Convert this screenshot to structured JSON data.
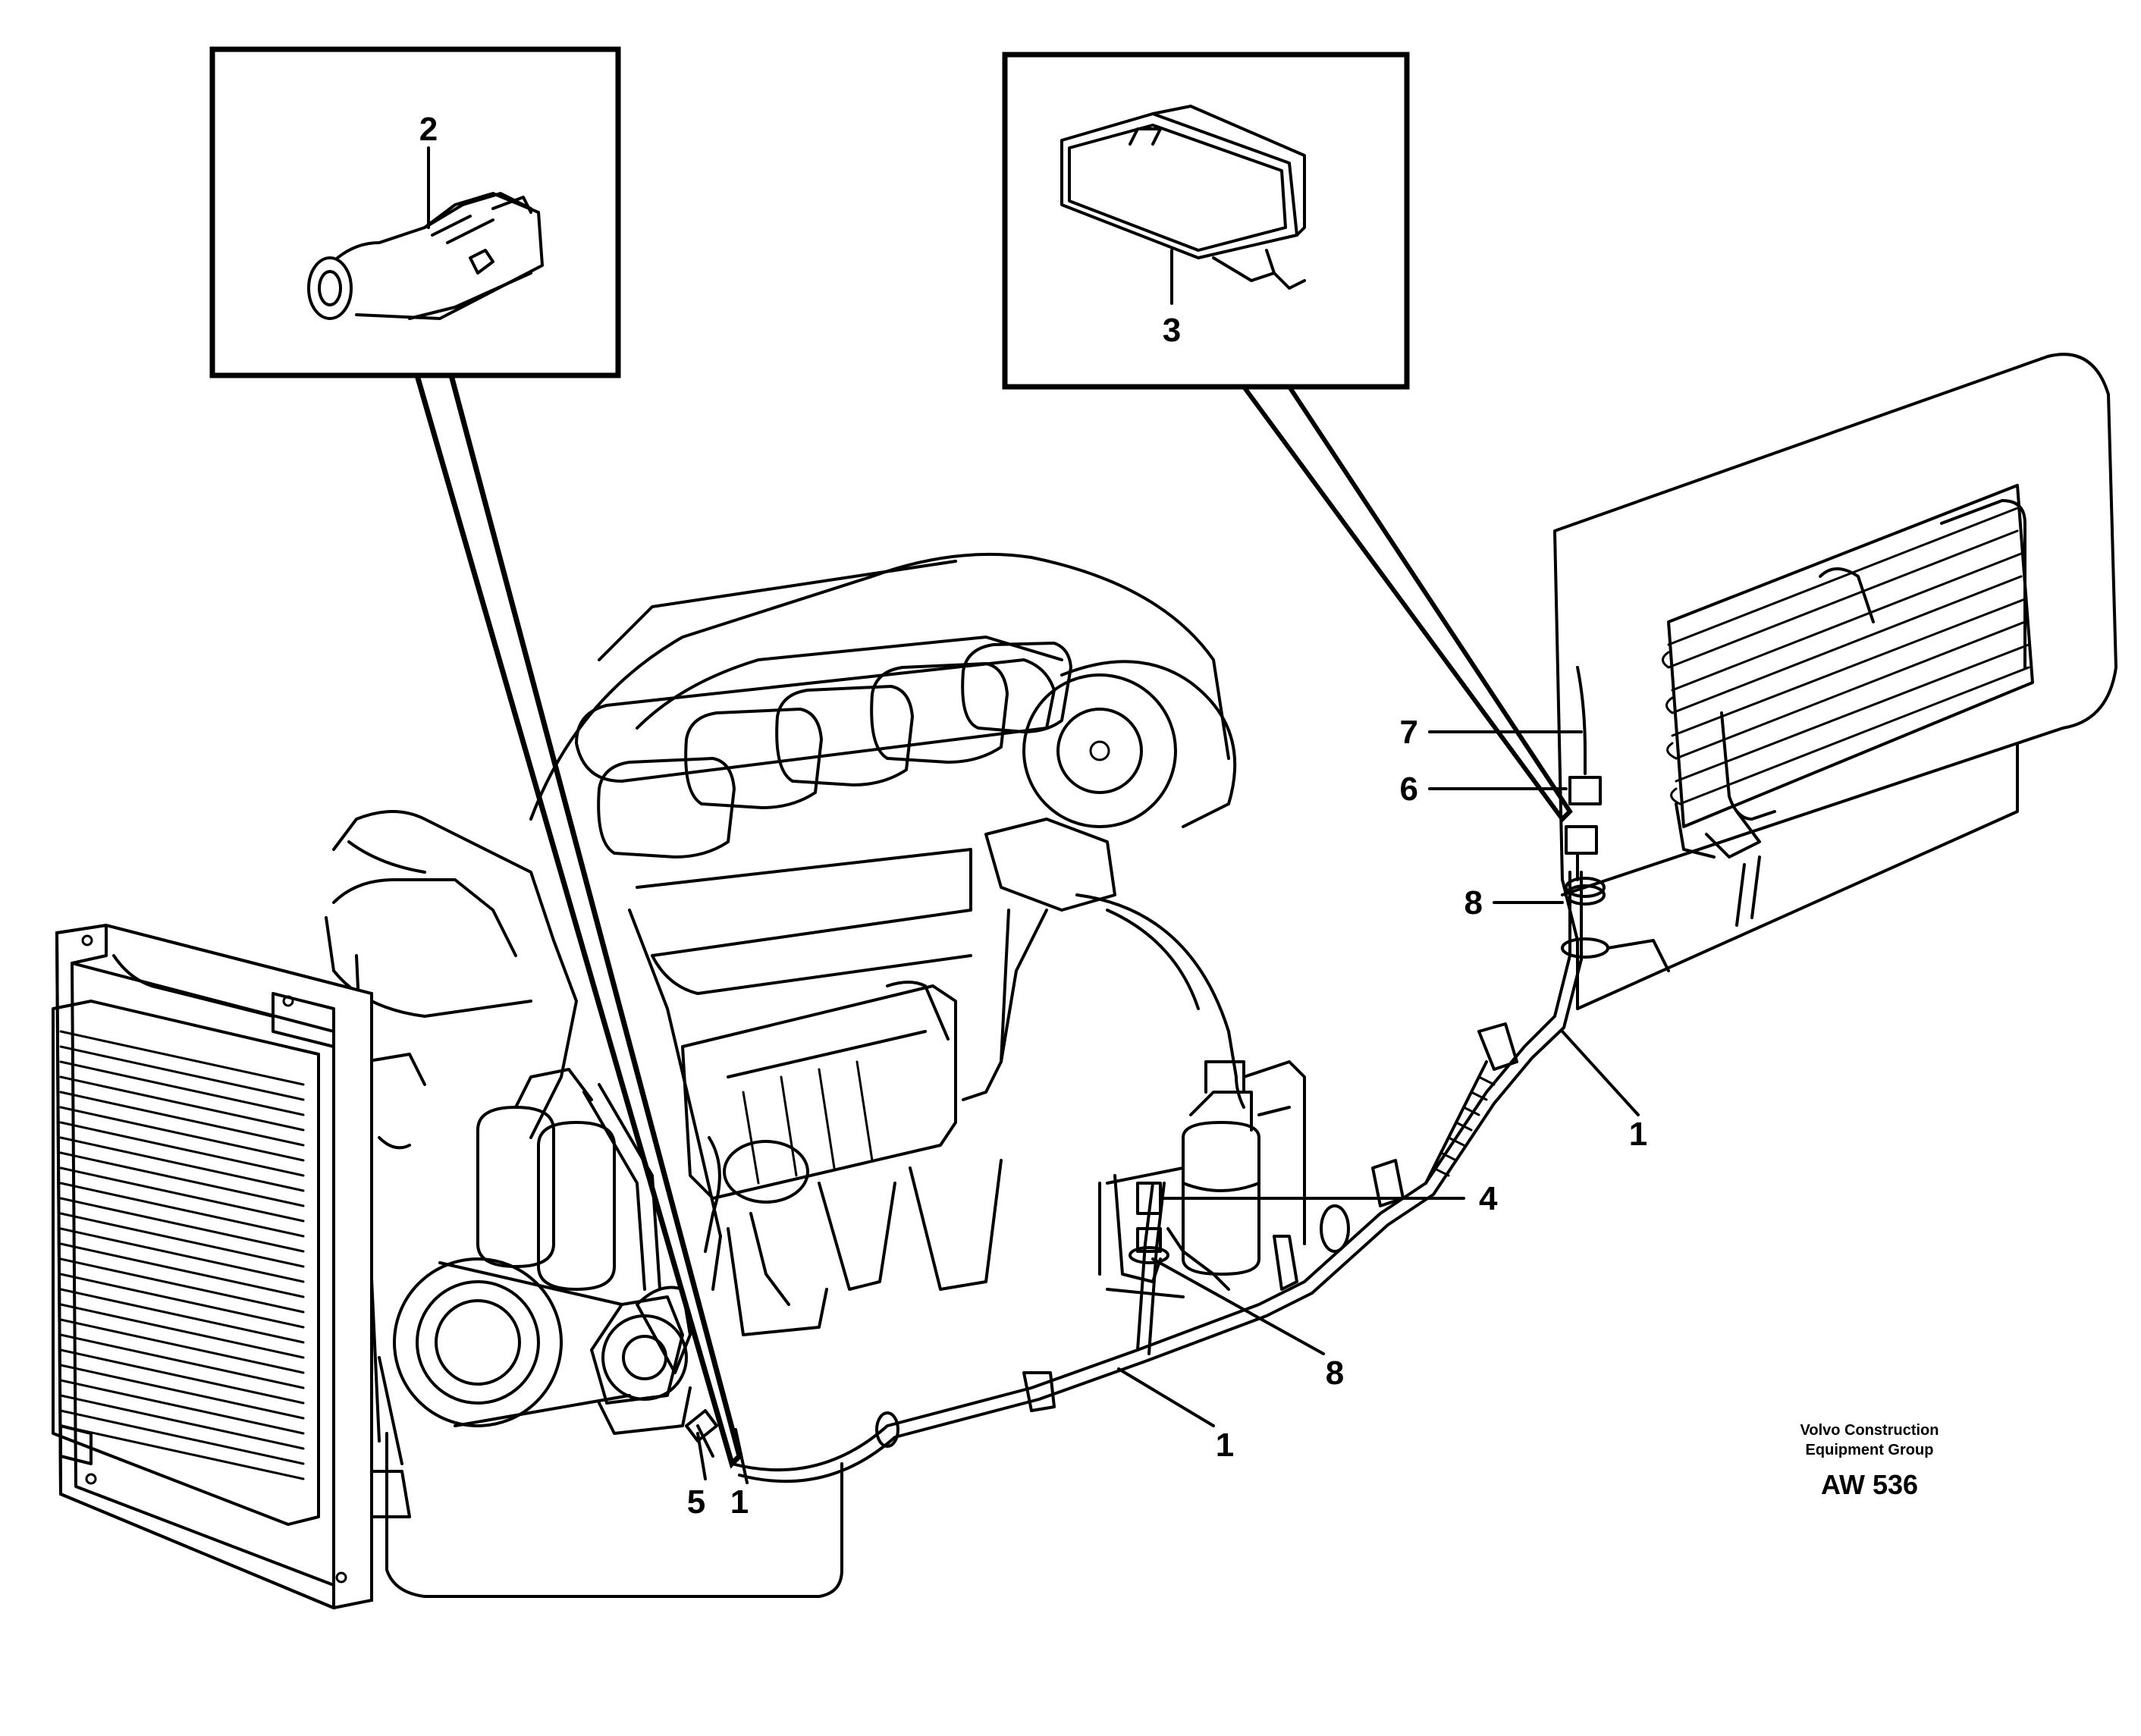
{
  "callouts": {
    "n1a": "1",
    "n1b": "1",
    "n1c": "1",
    "n2": "2",
    "n3": "3",
    "n4": "4",
    "n5": "5",
    "n6": "6",
    "n7": "7",
    "n8a": "8",
    "n8b": "8"
  },
  "credit": {
    "line1": "Volvo Construction",
    "line2": "Equipment Group",
    "code": "AW 536"
  }
}
